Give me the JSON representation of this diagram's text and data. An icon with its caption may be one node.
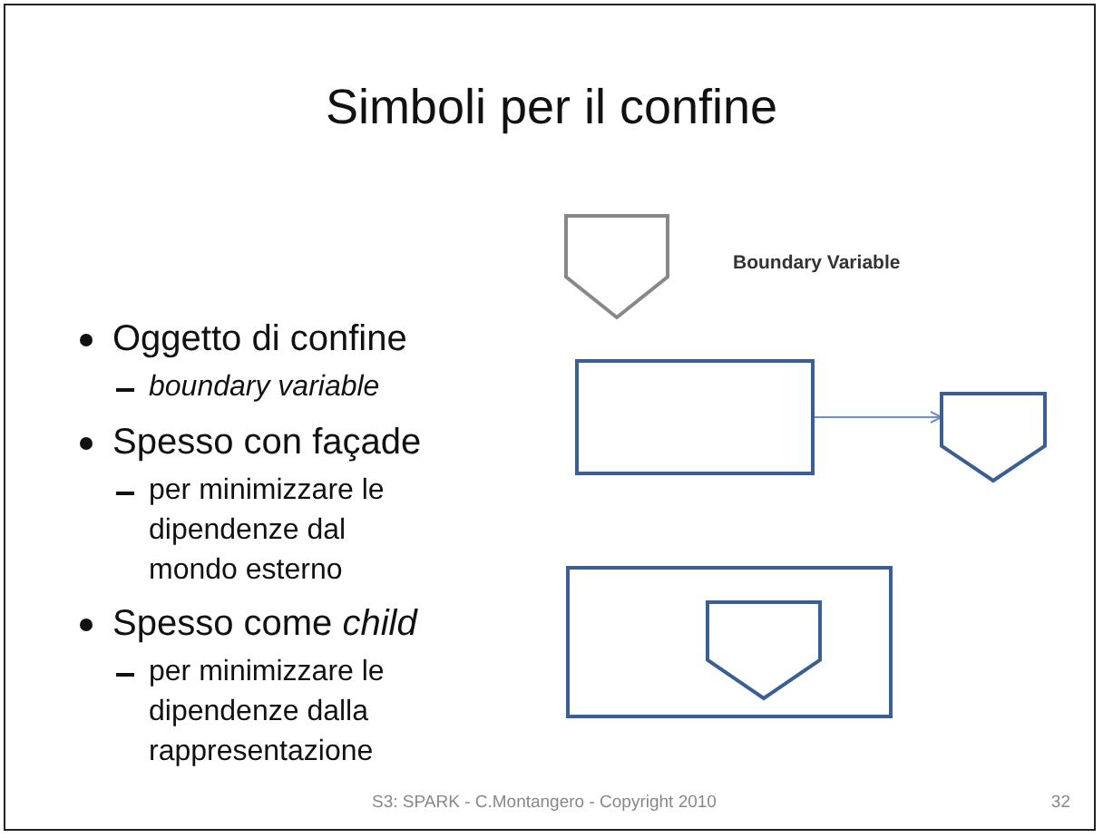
{
  "diagram": {
    "title": "Simboli per il confine",
    "nodes": [
      {
        "text": [],
        "shape": "pentagon",
        "beside": [
          "Boundary Variable"
        ]
      },
      {
        "text": [],
        "shape": "box"
      },
      {
        "text": [],
        "shape": "pentagon"
      },
      {
        "text": [],
        "shape": "box"
      },
      {
        "text": [],
        "shape": "pentagon",
        "in": 3
      }
    ],
    "edges": [
      {
        "from": 1,
        "to": 2,
        "arrow": "to"
      }
    ],
    "labels": [
      "Oggetto di confine",
      "boundary variable",
      "Spesso con façade",
      "per minimizzare le dipendenze dal mondo esterno",
      "Spesso come *child*",
      "per minimizzare le dipendenze dalla rappresentazione",
      "S3: SPARK - C.Montangero - Copyright 2010",
      "32"
    ]
  }
}
